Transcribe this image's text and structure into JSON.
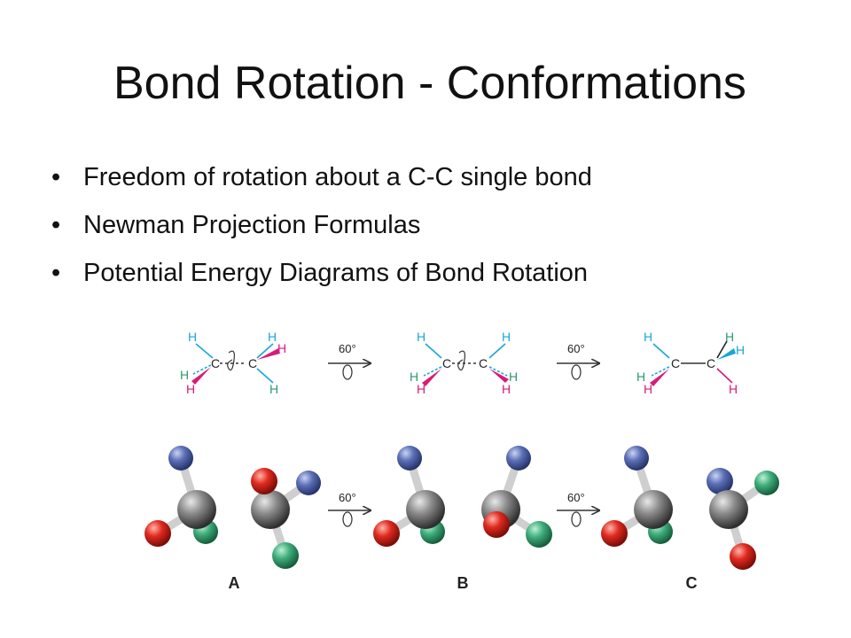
{
  "slide": {
    "title": "Bond Rotation - Conformations",
    "bullets": [
      "Freedom of rotation about a C-C single bond",
      "Newman Projection Formulas",
      "Potential Energy Diagrams of Bond Rotation"
    ],
    "bullet_glyph": "•"
  },
  "figure": {
    "atom_labels": {
      "hydrogen": "H",
      "carbon": "C"
    },
    "rotation_label": "60°",
    "conformation_labels": [
      "A",
      "B",
      "C"
    ],
    "colors": {
      "cyan_h": "#1aa7d6",
      "magenta_h": "#d81b7a",
      "green_h": "#2a9a6a",
      "carbon": "#707070",
      "blue_atom": "#5b6fb5",
      "red_atom": "#e02a1f",
      "green_atom": "#3fae7c"
    }
  }
}
